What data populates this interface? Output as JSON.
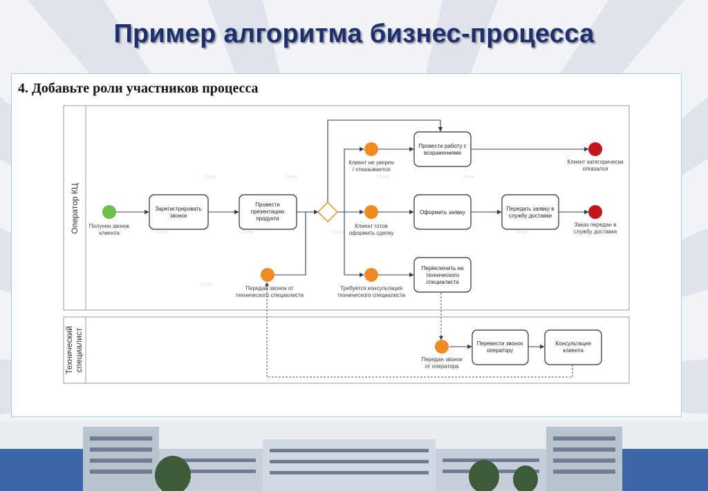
{
  "slide": {
    "title": "Пример алгоритма бизнес-процесса",
    "step_heading": "4. Добавьте роли участников процесса"
  },
  "diagram": {
    "lanes": [
      {
        "id": "operator",
        "label": "Оператор КЦ"
      },
      {
        "id": "tech",
        "label_lines": [
          "Технический",
          "специалист"
        ]
      }
    ],
    "tasks": [
      {
        "id": "t1",
        "lines": [
          "Зарегистрировать",
          "звонок"
        ]
      },
      {
        "id": "t2",
        "lines": [
          "Провести",
          "презентацию",
          "продукта"
        ]
      },
      {
        "id": "t3",
        "lines": [
          "Провести работу с",
          "возражениями"
        ]
      },
      {
        "id": "t4",
        "lines": [
          "Оформить заявку"
        ]
      },
      {
        "id": "t5",
        "lines": [
          "Передать заявку в",
          "службу доставки"
        ]
      },
      {
        "id": "t6",
        "lines": [
          "Переключить на",
          "технического",
          "специалиста"
        ]
      },
      {
        "id": "t7",
        "lines": [
          "Перевести звонок",
          "оператору"
        ]
      },
      {
        "id": "t8",
        "lines": [
          "Консультация",
          "клиента"
        ]
      }
    ],
    "events": [
      {
        "id": "start",
        "kind": "start",
        "lines": [
          "Получен звонок",
          "клиента"
        ]
      },
      {
        "id": "e_objection",
        "kind": "intermediate",
        "lines": [
          "Клиент не уверен",
          "/ отказывается"
        ]
      },
      {
        "id": "e_ready",
        "kind": "intermediate",
        "lines": [
          "Клиент готов",
          "оформить сделку"
        ]
      },
      {
        "id": "e_consult",
        "kind": "intermediate",
        "lines": [
          "Требуется консультация",
          "технического специалиста"
        ]
      },
      {
        "id": "e_from_tech",
        "kind": "intermediate",
        "lines": [
          "Передан звонок от",
          "технического специалиста"
        ]
      },
      {
        "id": "e_from_operator",
        "kind": "intermediate",
        "lines": [
          "Передан звонок",
          "от оператора"
        ]
      },
      {
        "id": "end_refused",
        "kind": "end",
        "lines": [
          "Клиент категорически",
          "отказался"
        ]
      },
      {
        "id": "end_delivery",
        "kind": "end",
        "lines": [
          "Заказ передан в",
          "службу доставки"
        ]
      }
    ],
    "gateway": {
      "id": "gw",
      "type": "exclusive"
    },
    "colors": {
      "start": "#6cc04a",
      "intermediate": "#f08a24",
      "end": "#c0161c",
      "gateway_stroke": "#f08a24",
      "task_stroke": "#2b2b2b",
      "lane_stroke": "#9a9a9a",
      "flow": "#2f3d55",
      "title": "#1f2f6e"
    }
  }
}
